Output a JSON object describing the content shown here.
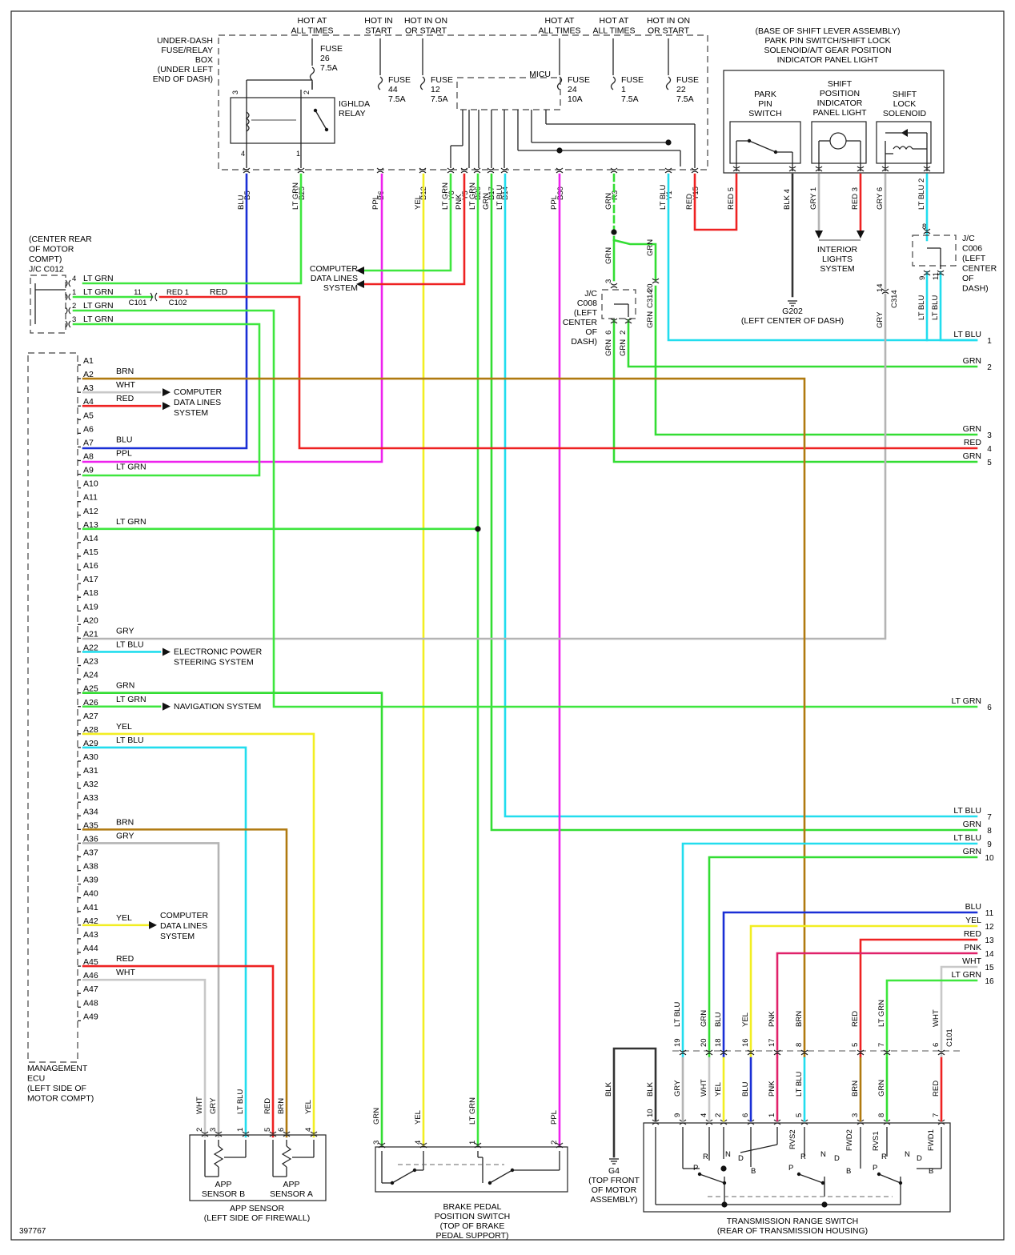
{
  "figure_id": "397767",
  "colors": {
    "BLU": "#1a2fd6",
    "LT GRN": "#3ee63e",
    "GRN": "#33dd33",
    "RED": "#ee2222",
    "PPL": "#ee22ee",
    "YEL": "#f2ee22",
    "LT BLU": "#22ddee",
    "BRN": "#b07a10",
    "GRY": "#b4b4b4",
    "WHT": "#c8c8c8",
    "PNK": "#e0226a",
    "BLK": "#333333"
  },
  "header": {
    "h1": [
      "HOT AT",
      "ALL TIMES"
    ],
    "h2": [
      "HOT IN",
      "START"
    ],
    "h3": [
      "HOT IN ON",
      "OR START"
    ],
    "h4": [
      "HOT AT",
      "ALL TIMES"
    ],
    "h5": [
      "HOT AT",
      "ALL TIMES"
    ],
    "h6": [
      "HOT IN ON",
      "OR START"
    ]
  },
  "fuse_box": {
    "label": [
      "UNDER-DASH",
      "FUSE/RELAY",
      "BOX",
      "(UNDER LEFT",
      "END OF DASH)"
    ],
    "relay_label": [
      "IGHLDA",
      "RELAY"
    ],
    "micu": "MICU",
    "fuses": [
      {
        "t": [
          "FUSE",
          "26",
          "7.5A"
        ]
      },
      {
        "t": [
          "FUSE",
          "44",
          "7.5A"
        ]
      },
      {
        "t": [
          "FUSE",
          "12",
          "7.5A"
        ]
      },
      {
        "t": [
          "FUSE",
          "24",
          "10A"
        ]
      },
      {
        "t": [
          "FUSE",
          "1",
          "7.5A"
        ]
      },
      {
        "t": [
          "FUSE",
          "22",
          "7.5A"
        ]
      }
    ],
    "relay_pins": [
      "3",
      "2",
      "4",
      "1"
    ],
    "terminals": [
      "B5",
      "B25",
      "B6",
      "B12",
      "Y6",
      "Y5",
      "B26",
      "B17",
      "B14",
      "B30",
      "R3",
      "Y1",
      "Y15"
    ]
  },
  "shift_lever": {
    "title": [
      "(BASE OF SHIFT LEVER ASSEMBLY)",
      "PARK PIN SWITCH/SHIFT LOCK",
      "SOLENOID/A/T GEAR POSITION",
      "INDICATOR PANEL LIGHT"
    ],
    "park": [
      "PARK",
      "PIN",
      "SWITCH"
    ],
    "indicator": [
      "SHIFT",
      "POSITION",
      "INDICATOR",
      "PANEL LIGHT"
    ],
    "solenoid": [
      "SHIFT",
      "LOCK",
      "SOLENOID"
    ],
    "pins": [
      "RED 5",
      "BLK 4",
      "GRY 1",
      "RED 3",
      "GRY 6",
      "LT BLU 2"
    ],
    "interior": [
      "INTERIOR",
      "LIGHTS",
      "SYSTEM"
    ],
    "g202": [
      "G202",
      "(LEFT CENTER OF DASH)"
    ]
  },
  "jc_c012": {
    "label": [
      "(CENTER REAR",
      "OF MOTOR",
      "COMPT)",
      "J/C C012"
    ],
    "rows": [
      {
        "pin": "4",
        "color": "LT GRN"
      },
      {
        "pin": "1",
        "color": "LT GRN"
      },
      {
        "pin": "2",
        "color": "LT GRN"
      },
      {
        "pin": "3",
        "color": "LT GRN"
      }
    ],
    "c101": [
      "11",
      "C101"
    ],
    "c102": [
      "RED 1",
      "C102"
    ],
    "red": "RED"
  },
  "computer_data_lines": [
    "COMPUTER",
    "DATA LINES",
    "SYSTEM"
  ],
  "jc_c008": [
    "J/C",
    "C008",
    "(LEFT",
    "CENTER",
    "OF",
    "DASH)"
  ],
  "jc_c006": [
    "J/C",
    "C006",
    "(LEFT",
    "CENTER",
    "OF",
    "DASH)"
  ],
  "c314": "C314",
  "ecu": {
    "label": [
      "MANAGEMENT",
      "ECU",
      "(LEFT SIDE OF",
      "MOTOR COMPT)"
    ],
    "pins": [
      "A1",
      "A2",
      "A3",
      "A4",
      "A5",
      "A6",
      "A7",
      "A8",
      "A9",
      "A10",
      "A11",
      "A12",
      "A13",
      "A14",
      "A15",
      "A16",
      "A17",
      "A18",
      "A19",
      "A20",
      "A21",
      "A22",
      "A23",
      "A24",
      "A25",
      "A26",
      "A27",
      "A28",
      "A29",
      "A30",
      "A31",
      "A32",
      "A33",
      "A34",
      "A35",
      "A36",
      "A37",
      "A38",
      "A39",
      "A40",
      "A41",
      "A42",
      "A43",
      "A44",
      "A45",
      "A46",
      "A47",
      "A48",
      "A49"
    ],
    "wire_labels": {
      "A2": "BRN",
      "A3": "WHT",
      "A4": "RED",
      "A7": "BLU",
      "A8": "PPL",
      "A9": "LT GRN",
      "A13": "LT GRN",
      "A21": "GRY",
      "A22": "LT BLU",
      "A25": "GRN",
      "A26": "LT GRN",
      "A28": "YEL",
      "A29": "LT BLU",
      "A35": "BRN",
      "A36": "GRY",
      "A42": "YEL",
      "A45": "RED",
      "A46": "WHT"
    },
    "eps": [
      "ELECTRONIC POWER",
      "STEERING SYSTEM"
    ],
    "nav": "NAVIGATION SYSTEM"
  },
  "right_conn": [
    {
      "n": "1",
      "c": "LT BLU"
    },
    {
      "n": "2",
      "c": "GRN"
    },
    {
      "n": "3",
      "c": "GRN"
    },
    {
      "n": "4",
      "c": "RED"
    },
    {
      "n": "5",
      "c": "GRN"
    },
    {
      "n": "6",
      "c": "LT GRN"
    },
    {
      "n": "7",
      "c": "LT BLU"
    },
    {
      "n": "8",
      "c": "GRN"
    },
    {
      "n": "9",
      "c": "LT BLU"
    },
    {
      "n": "10",
      "c": "GRN"
    },
    {
      "n": "11",
      "c": "BLU"
    },
    {
      "n": "12",
      "c": "YEL"
    },
    {
      "n": "13",
      "c": "RED"
    },
    {
      "n": "14",
      "c": "PNK"
    },
    {
      "n": "15",
      "c": "WHT"
    },
    {
      "n": "16",
      "c": "LT GRN"
    }
  ],
  "app_sensor": {
    "pins": [
      "WHT 2",
      "GRY 3",
      "LT BLU 1",
      "RED 5",
      "BRN 6",
      "YEL 4"
    ],
    "b": [
      "APP",
      "SENSOR B"
    ],
    "a": [
      "APP",
      "SENSOR A"
    ],
    "label": [
      "APP SENSOR",
      "(LEFT SIDE OF FIREWALL)"
    ]
  },
  "brake": {
    "pins": [
      "GRN 3",
      "YEL 4",
      "LT GRN 1",
      "PPL 2"
    ],
    "label": [
      "BRAKE PEDAL",
      "POSITION SWITCH",
      "(TOP OF BRAKE",
      "PEDAL SUPPORT)"
    ]
  },
  "trs": {
    "upper": [
      "LT BLU 19",
      "GRN 20",
      "BLU 18",
      "YEL 16",
      "PNK 17",
      "BRN 8",
      "RED 5",
      "LT GRN 7",
      "WHT 6"
    ],
    "c101": "C101",
    "lower": [
      "BLK 10",
      "GRY 9",
      "WHT 4",
      "YEL 2",
      "BLU 6",
      "PNK 1",
      "LT BLU 5",
      "BRN 3",
      "GRN 8",
      "RED 7"
    ],
    "blk": "BLK",
    "contacts": [
      "R",
      "N",
      "D",
      "P",
      "B",
      "RVS2",
      "R",
      "N",
      "D",
      "P",
      "B",
      "FWD2",
      "RVS1",
      "R",
      "N",
      "D",
      "P",
      "B",
      "FWD1"
    ],
    "label": [
      "TRANSMISSION RANGE SWITCH",
      "(REAR OF TRANSMISSION HOUSING)"
    ],
    "g4": [
      "G4",
      "(TOP FRONT",
      "OF MOTOR",
      "ASSEMBLY)"
    ]
  }
}
